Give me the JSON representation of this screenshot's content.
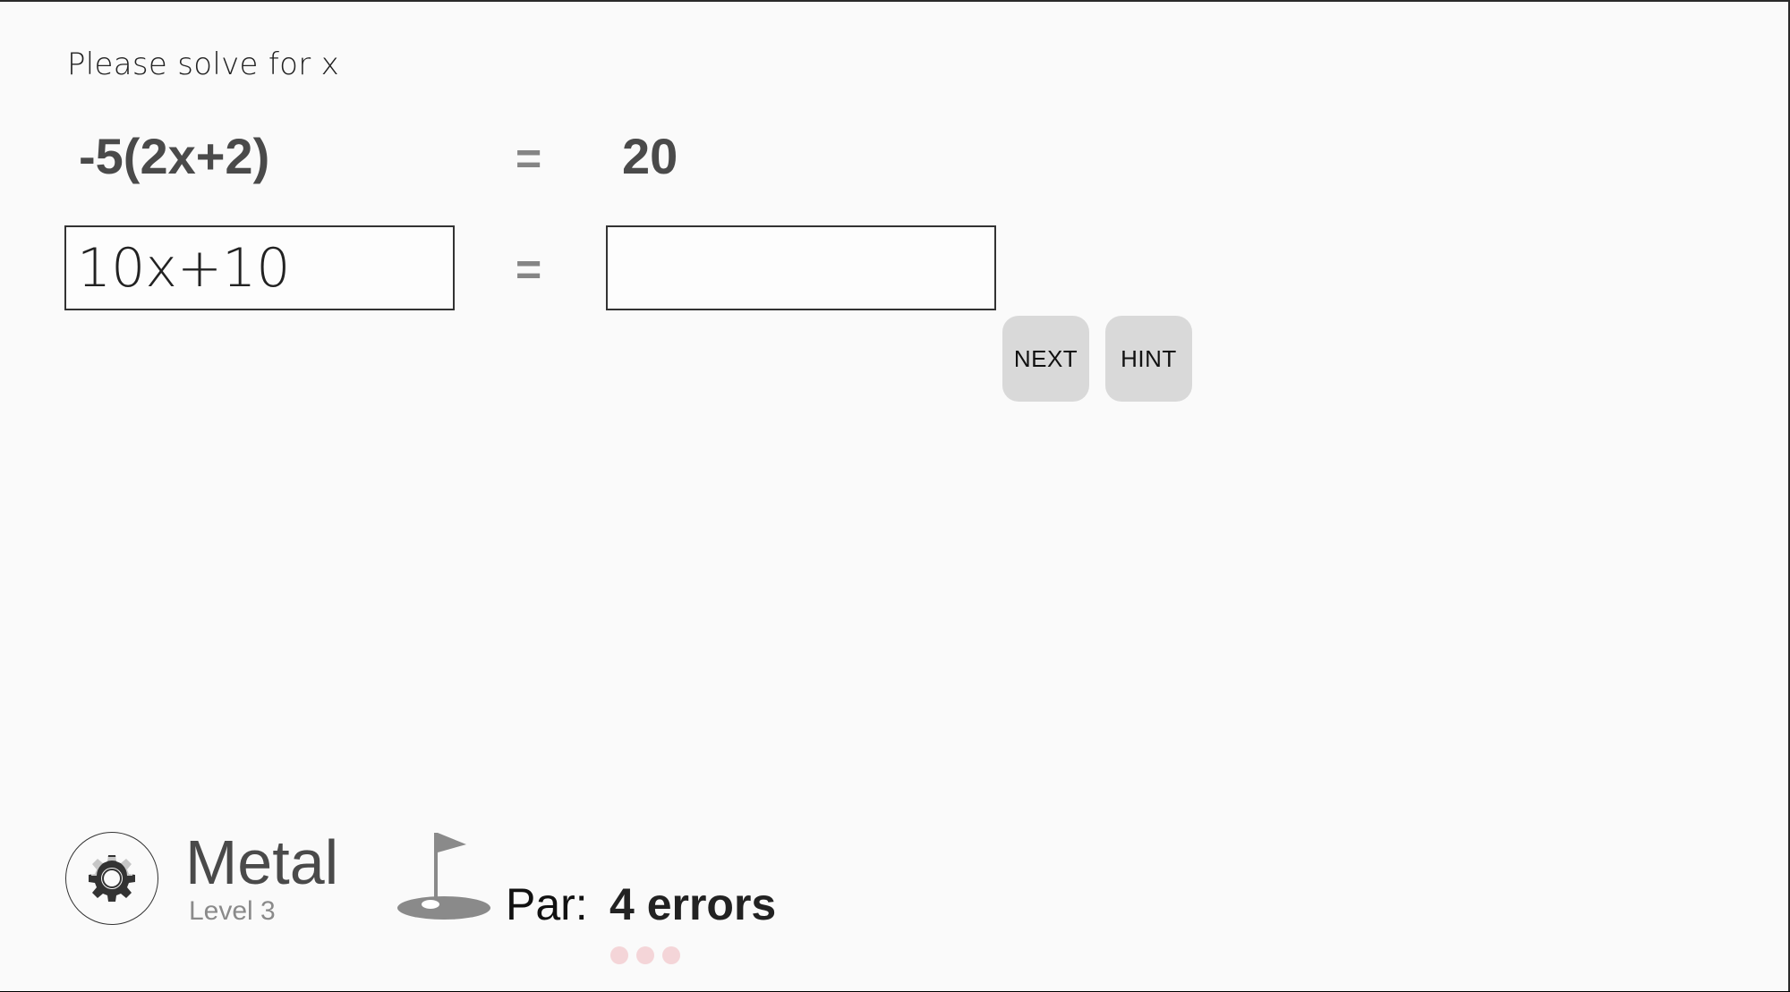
{
  "problem": {
    "instruction": "Please solve for x",
    "lhs": "-5(2x+2)",
    "equals": "=",
    "rhs": "20"
  },
  "work": {
    "left_value": "10x+10",
    "right_value": "",
    "equals": "="
  },
  "buttons": {
    "next_label": "NEXT",
    "hint_label": "HINT"
  },
  "level": {
    "name": "Metal",
    "subtitle": "Level 3",
    "settings_icon": "gear-icon"
  },
  "par": {
    "label": "Par:",
    "value": "4 errors",
    "icon": "golf-flag-icon"
  },
  "progress_dots": {
    "count": 3,
    "color": "#f4d5d8"
  }
}
